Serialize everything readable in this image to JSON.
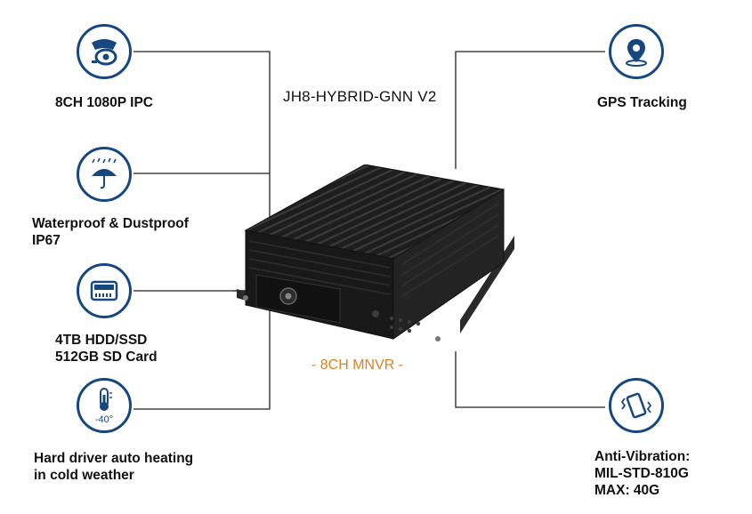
{
  "product": {
    "model": "JH8-HYBRID-GNN V2",
    "subtitle": "- 8CH MNVR -"
  },
  "colors": {
    "icon_ring": "#16477f",
    "subtitle": "#e08020",
    "device_body": "#1b1b1b",
    "connector_lines": "#222222"
  },
  "features": {
    "ipc": {
      "icon": "camera-icon",
      "label": "8CH 1080P IPC"
    },
    "waterproof": {
      "icon": "umbrella-rain-icon",
      "line1": "Waterproof & Dustproof",
      "line2": "IP67"
    },
    "storage": {
      "icon": "hdd-icon",
      "line1": "4TB HDD/SSD",
      "line2": "512GB SD Card"
    },
    "heating": {
      "icon": "thermometer-icon",
      "icon_text": "-40°",
      "line1": "Hard driver auto heating",
      "line2": "in cold weather"
    },
    "gps": {
      "icon": "location-pin-icon",
      "label": "GPS Tracking"
    },
    "vibration": {
      "icon": "phone-vibration-icon",
      "line1": "Anti-Vibration:",
      "line2": "MIL-STD-810G",
      "line3": "MAX: 40G"
    }
  }
}
